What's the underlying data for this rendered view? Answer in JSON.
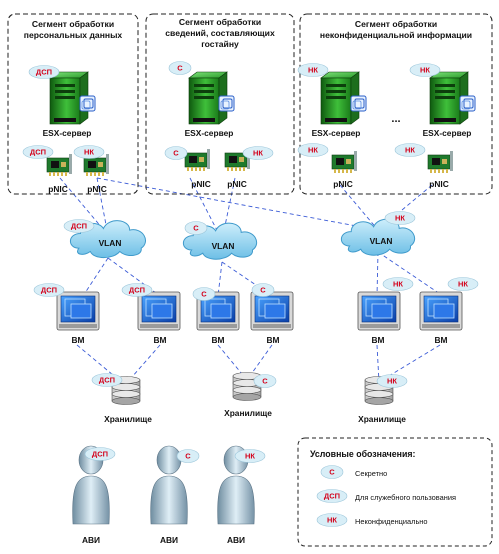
{
  "segments": [
    {
      "title_line1": "Сегмент обработки",
      "title_line2": "персональных данных",
      "title_line3": ""
    },
    {
      "title_line1": "Сегмент обработки",
      "title_line2": "сведений, составляющих",
      "title_line3": "гостайну"
    },
    {
      "title_line1": "Сегмент обработки",
      "title_line2": "неконфиденциальной информации",
      "title_line3": ""
    }
  ],
  "labels": {
    "esx": "ESX-сервер",
    "pnic": "pNIC",
    "vlan": "VLAN",
    "vm": "ВМ",
    "storage": "Хранилище",
    "user": "АВИ",
    "ellipsis": "..."
  },
  "badges": {
    "dsp": "ДСП",
    "s": "С",
    "nk": "НК"
  },
  "legend": {
    "title": "Условные обозначения:",
    "items": [
      {
        "badge": "С",
        "text": "Секретно"
      },
      {
        "badge": "ДСП",
        "text": "Для служебного пользования"
      },
      {
        "badge": "НК",
        "text": "Неконфиденциально"
      }
    ]
  },
  "colors": {
    "badge_text": "#d4001a",
    "badge_fill": "#d8eef7",
    "link_line": "#3b5bd6",
    "server_green": "#2e9e2e",
    "vm_blue": "#1d5fd0",
    "cloud_blue": "#8fd0ef"
  }
}
